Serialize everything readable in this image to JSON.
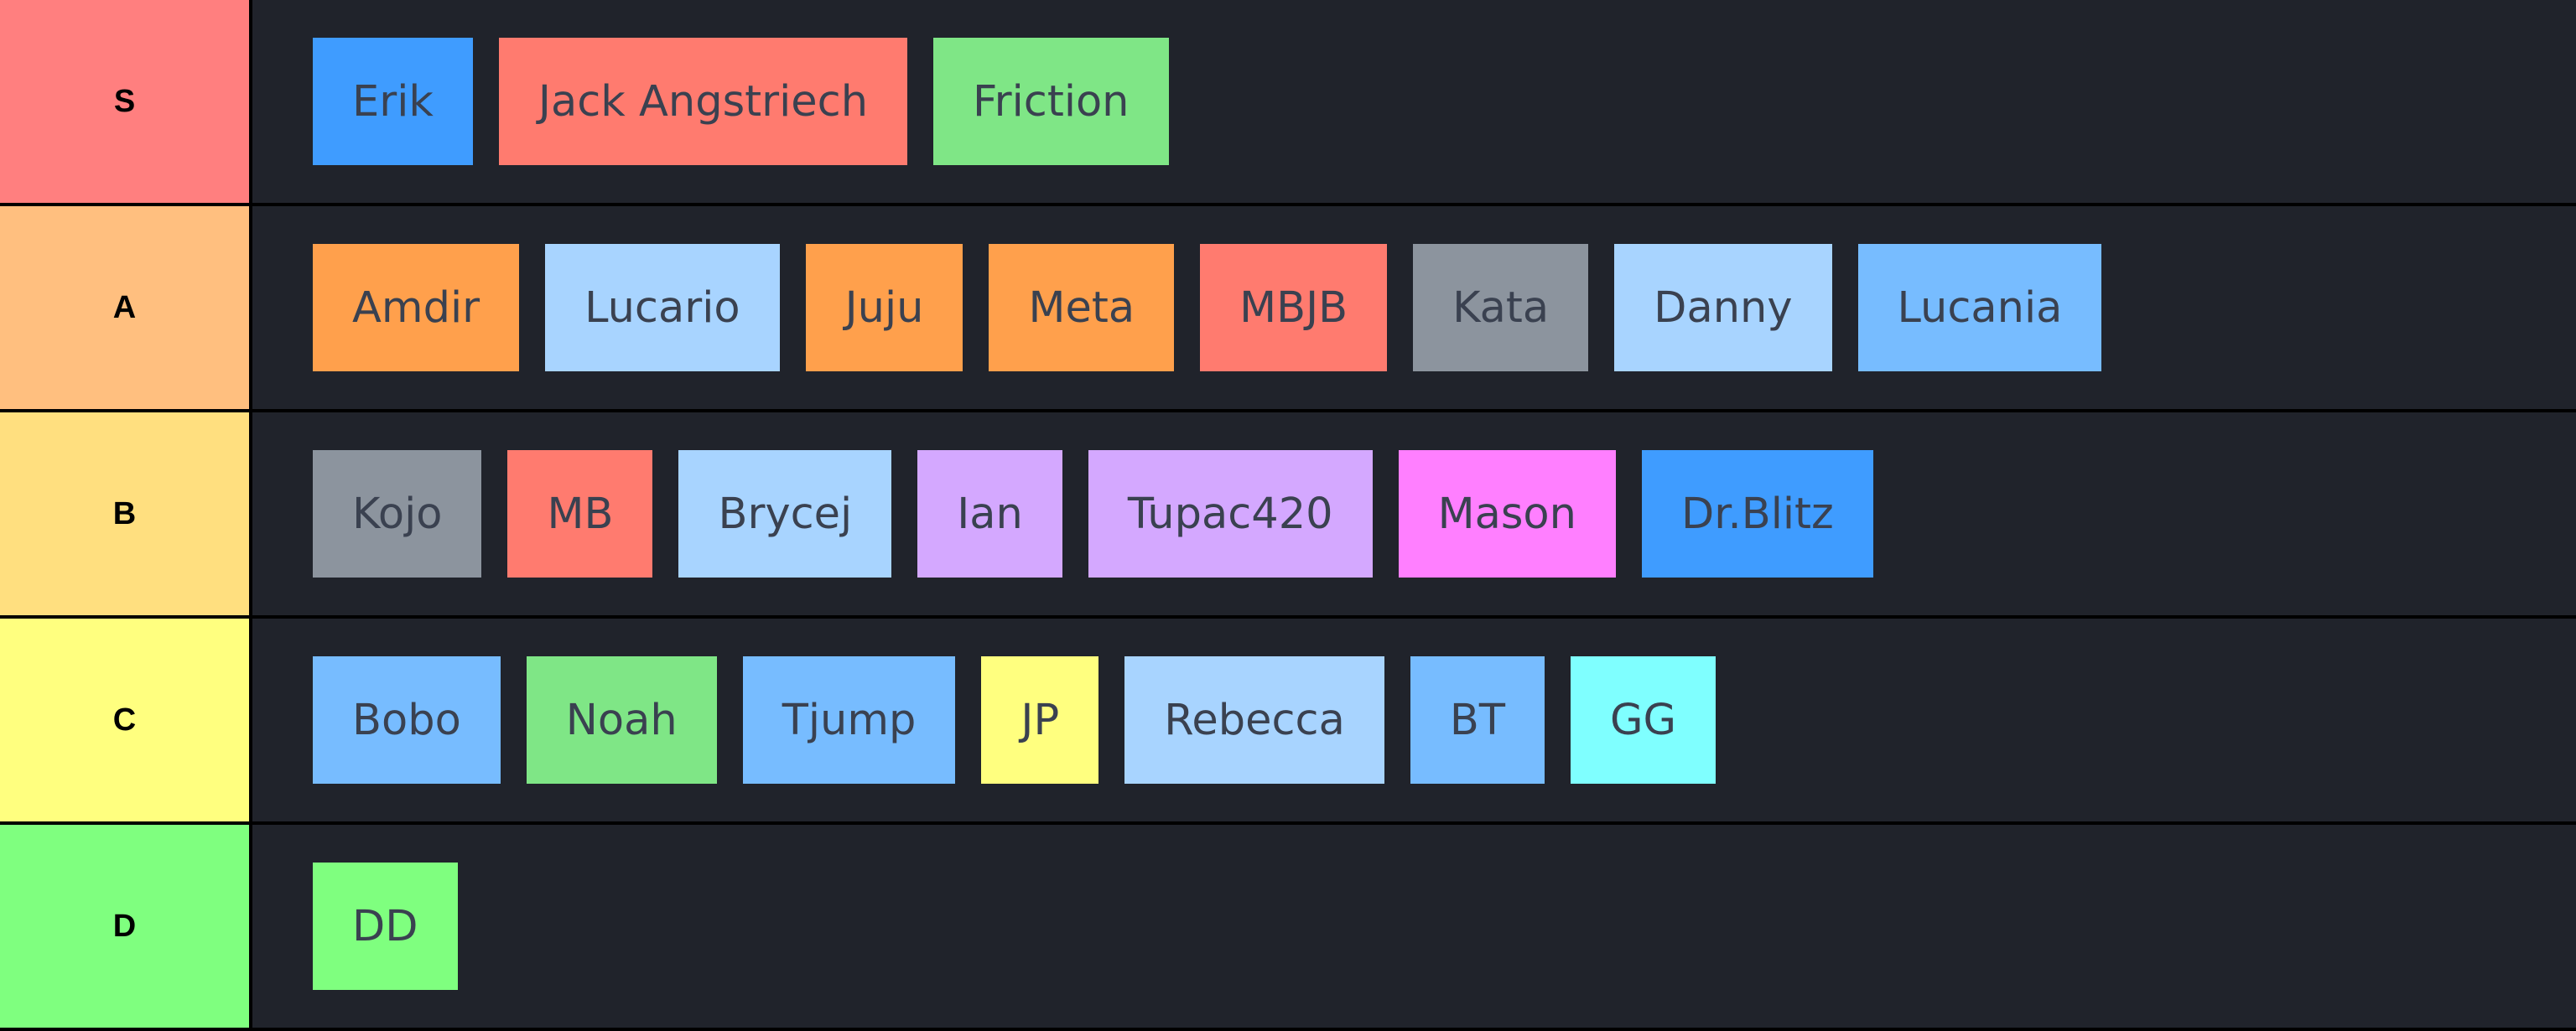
{
  "tiers": [
    {
      "label": "S",
      "color": "#ff7f7f",
      "items": [
        {
          "name": "Erik",
          "color": "#3f9cff"
        },
        {
          "name": "Jack Angstriech",
          "color": "#ff7b6f"
        },
        {
          "name": "Friction",
          "color": "#7fe686"
        }
      ]
    },
    {
      "label": "A",
      "color": "#ffbf7f",
      "items": [
        {
          "name": "Amdir",
          "color": "#ffa04c"
        },
        {
          "name": "Lucario",
          "color": "#a8d4ff"
        },
        {
          "name": "Juju",
          "color": "#ffa04c"
        },
        {
          "name": "Meta",
          "color": "#ffa04c"
        },
        {
          "name": "MBJB",
          "color": "#ff7b6f"
        },
        {
          "name": "Kata",
          "color": "#8c949e"
        },
        {
          "name": "Danny",
          "color": "#a8d4ff"
        },
        {
          "name": "Lucania",
          "color": "#77bcff"
        }
      ]
    },
    {
      "label": "B",
      "color": "#ffdf7f",
      "items": [
        {
          "name": "Kojo",
          "color": "#8c949e"
        },
        {
          "name": "MB",
          "color": "#ff7b6f"
        },
        {
          "name": "Brycej",
          "color": "#a8d4ff"
        },
        {
          "name": "Ian",
          "color": "#d4a8ff"
        },
        {
          "name": "Tupac420",
          "color": "#d4a8ff"
        },
        {
          "name": "Mason",
          "color": "#ff7fff"
        },
        {
          "name": "Dr.Blitz",
          "color": "#3f9cff"
        }
      ]
    },
    {
      "label": "C",
      "color": "#ffff7f",
      "items": [
        {
          "name": "Bobo",
          "color": "#77bcff"
        },
        {
          "name": "Noah",
          "color": "#7fe686"
        },
        {
          "name": "Tjump",
          "color": "#77bcff"
        },
        {
          "name": "JP",
          "color": "#ffff7f"
        },
        {
          "name": "Rebecca",
          "color": "#a8d4ff"
        },
        {
          "name": "BT",
          "color": "#77bcff"
        },
        {
          "name": "GG",
          "color": "#7fffff"
        }
      ]
    },
    {
      "label": "D",
      "color": "#7fff7f",
      "items": [
        {
          "name": "DD",
          "color": "#7fff7f"
        }
      ]
    }
  ]
}
